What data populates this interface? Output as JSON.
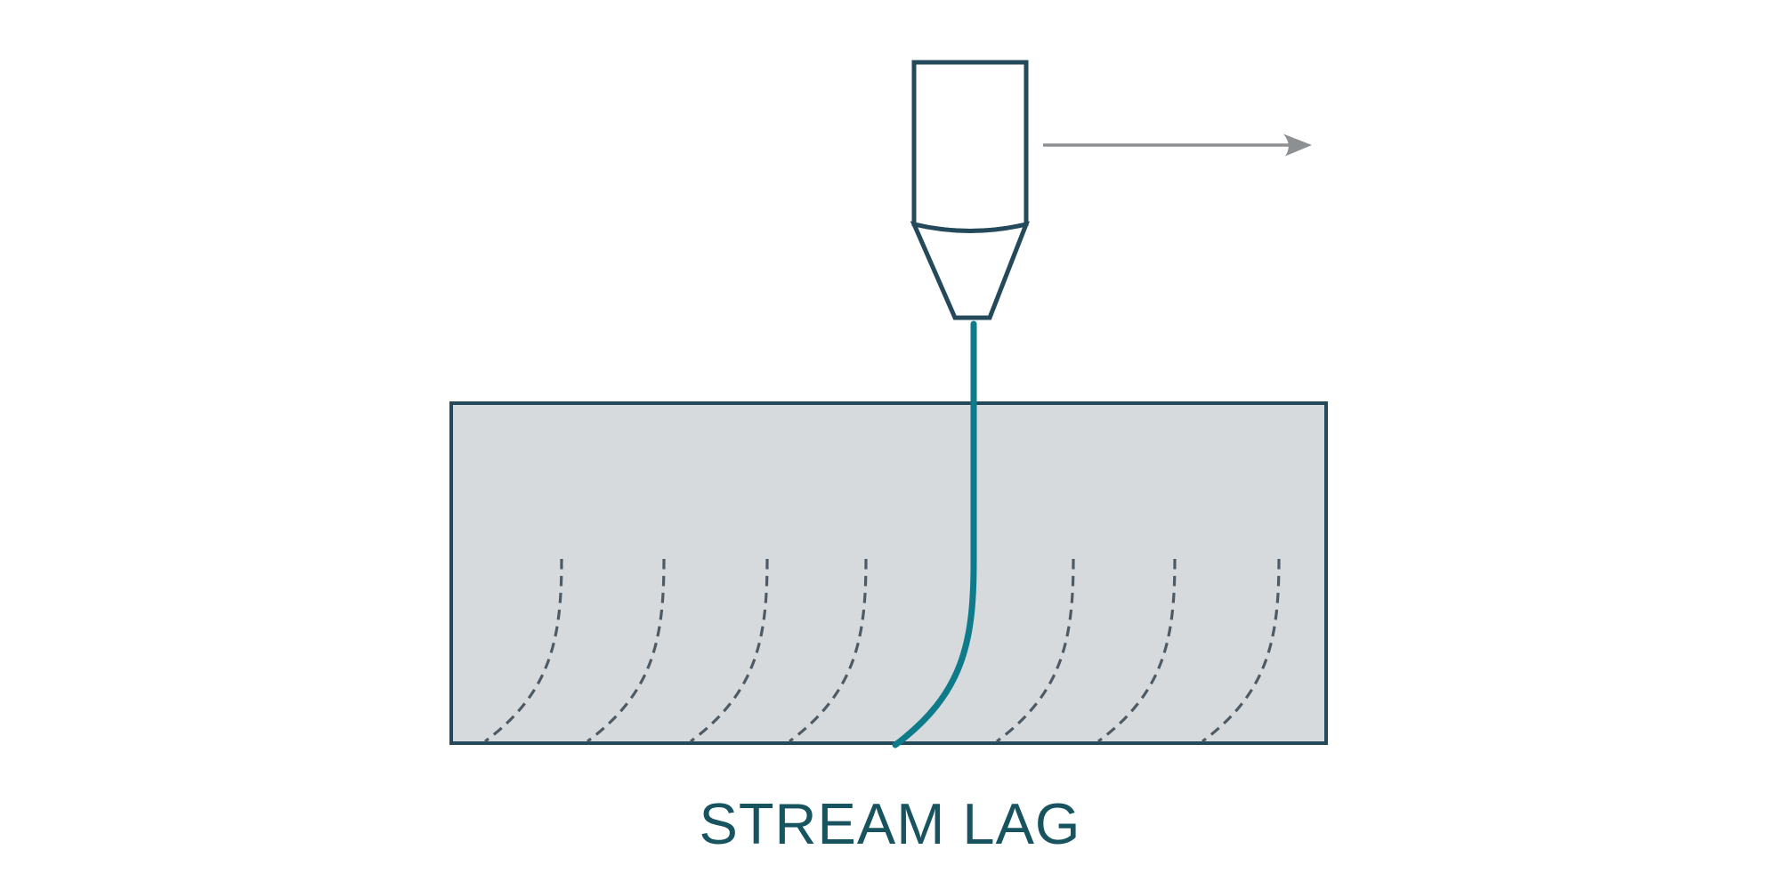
{
  "title": {
    "label": "STREAM LAG",
    "color": "#17545f"
  },
  "diagram": {
    "colors": {
      "outline": "#24495a",
      "stream": "#0e7b8b",
      "lag_line": "#4e5a64",
      "block_fill": "#d7dadd",
      "block_border": "#24495a",
      "arrow": "#8d9092",
      "nozzle_fill": "#ffffff"
    },
    "nozzle": {
      "travel_direction": "right"
    },
    "lag_lines": {
      "count": 7,
      "x_positions": [
        631,
        746,
        862,
        973,
        1206,
        1320,
        1437
      ]
    }
  }
}
